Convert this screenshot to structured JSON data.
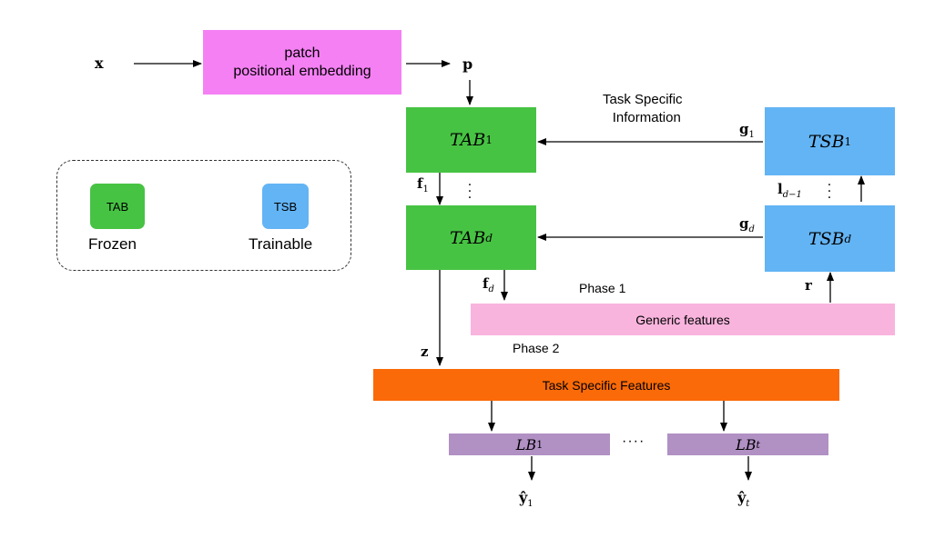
{
  "colors": {
    "tab_green": "#47c343",
    "tsb_blue": "#63b4f4",
    "patch_magenta": "#f580f4",
    "generic_pink": "#f8b4dd",
    "task_orange": "#fb6a08",
    "lb_purple": "#b190c4"
  },
  "patch_box": {
    "line1": "patch",
    "line2": "positional embedding"
  },
  "tab_blocks": [
    {
      "name": "TAB",
      "sub": "1"
    },
    {
      "name": "TAB",
      "sub": "d"
    }
  ],
  "tsb_blocks": [
    {
      "name": "TSB",
      "sub": "1"
    },
    {
      "name": "TSB",
      "sub": "d"
    }
  ],
  "variables": {
    "x": "x",
    "p": "p",
    "f1": {
      "base": "f",
      "sub": "1"
    },
    "fd": {
      "base": "f",
      "sub": "d"
    },
    "g1": {
      "base": "g",
      "sub": "1"
    },
    "gd": {
      "base": "g",
      "sub": "d"
    },
    "ld1": {
      "base": "l",
      "sub": "d−1"
    },
    "r": "r",
    "z": "z",
    "y1": {
      "base": "ŷ",
      "sub": "1"
    },
    "yt": {
      "base": "ŷ",
      "sub": "t"
    }
  },
  "task_info_label": {
    "line1": "Task Specific",
    "line2": "Information"
  },
  "phase1_label": "Phase 1",
  "phase2_label": "Phase 2",
  "generic_features_label": "Generic features",
  "task_features_label": "Task Specific Features",
  "lb_blocks": [
    {
      "name": "LB",
      "sub": "1"
    },
    {
      "name": "LB",
      "sub": "t"
    }
  ],
  "lb_ellipsis": "····",
  "legend": {
    "tab_swatch": "TAB",
    "tab_caption": "Frozen",
    "tsb_swatch": "TSB",
    "tsb_caption": "Trainable"
  }
}
